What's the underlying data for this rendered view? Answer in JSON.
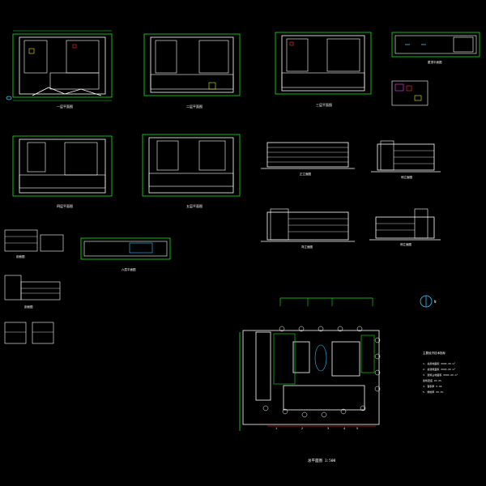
{
  "colors": {
    "background": "#000000",
    "dimension_lines": "#19e619",
    "walls": "#ffffff",
    "accent_yellow": "#e6e600",
    "accent_red": "#ff3030",
    "accent_cyan": "#30c8ff",
    "accent_magenta": "#ff40ff"
  },
  "site_plan": {
    "title": "总平面图 1:500",
    "legend_title": "主要经济技术指标",
    "legend_rows": [
      "1. 总用地面积   XXXX.XX m²",
      "2. 总建筑面积   XXXX.XX m²",
      "3. 建筑占地面积 XXXX.XX m²",
      "   建筑密度  XX.X%",
      "4. 容积率       X.XX",
      "5. 绿地率       XX.X%"
    ],
    "grid_numbers": [
      "1",
      "2",
      "3",
      "4",
      "5"
    ]
  },
  "sheet_labels": {
    "plan_1": "一层平面图",
    "plan_2": "二层平面图",
    "plan_3": "三层平面图",
    "plan_4": "四层平面图",
    "plan_5": "五层平面图",
    "plan_6": "六层平面图",
    "elev_1": "正立面图",
    "elev_2": "侧立面图",
    "elev_3": "背立面图",
    "elev_4": "侧立面图",
    "roof": "屋顶平面图",
    "section_1": "剖面图",
    "section_2": "剖面图"
  },
  "north_arrow": "N"
}
